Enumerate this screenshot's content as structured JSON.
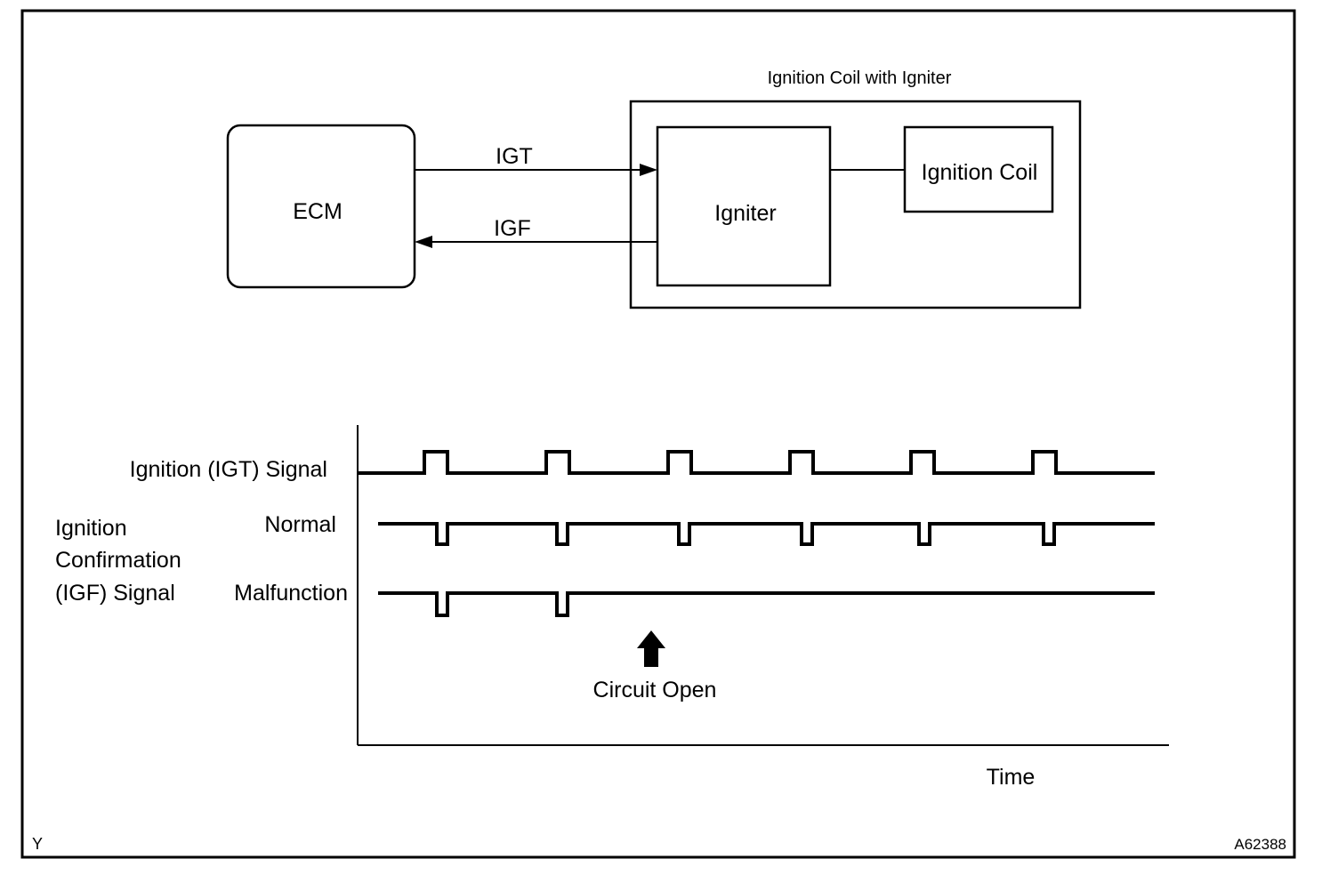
{
  "block_diagram": {
    "group_label": "Ignition Coil with Igniter",
    "ecm_label": "ECM",
    "igniter_label": "Igniter",
    "coil_label": "Ignition Coil",
    "igt_label": "IGT",
    "igf_label": "IGF"
  },
  "timing_chart": {
    "igt_signal_label": "Ignition (IGT) Signal",
    "igf_label_lines": [
      "Ignition",
      "Confirmation",
      "(IGF) Signal"
    ],
    "normal_label": "Normal",
    "malfunction_label": "Malfunction",
    "event_label": "Circuit Open",
    "x_axis_label": "Time",
    "igt_pulse_count": 6,
    "igf_normal_pulse_count": 6,
    "igf_malfunction_pulse_count": 2
  },
  "footer": {
    "left_code": "Y",
    "figure_id": "A62388"
  }
}
